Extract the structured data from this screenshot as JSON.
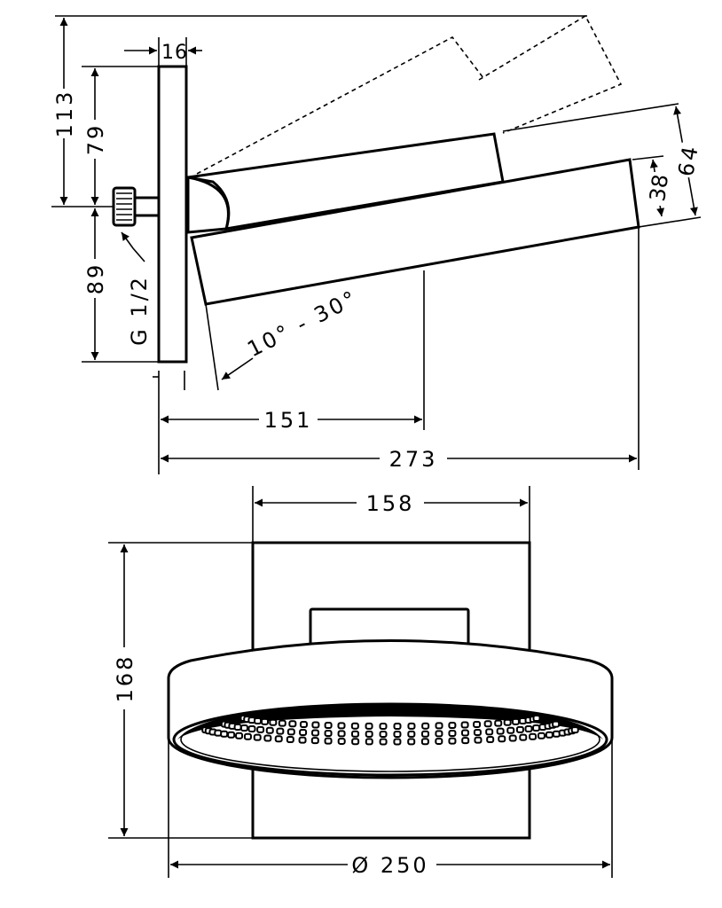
{
  "drawing": {
    "side_view": {
      "dim_overall_height": "113",
      "dim_upper": "79",
      "dim_lower": "89",
      "dim_plate_thickness": "16",
      "thread_label": "G 1/2",
      "angle_label": "10° - 30°",
      "dim_arm_depth": "151",
      "dim_total_depth": "273",
      "dim_head_thickness_outer": "64",
      "dim_head_thickness": "38"
    },
    "front_view": {
      "dim_plate_width": "158",
      "dim_plate_height": "168",
      "dim_head_diameter": "Ø 250"
    },
    "colors": {
      "line": "#000000",
      "background": "#ffffff"
    }
  }
}
